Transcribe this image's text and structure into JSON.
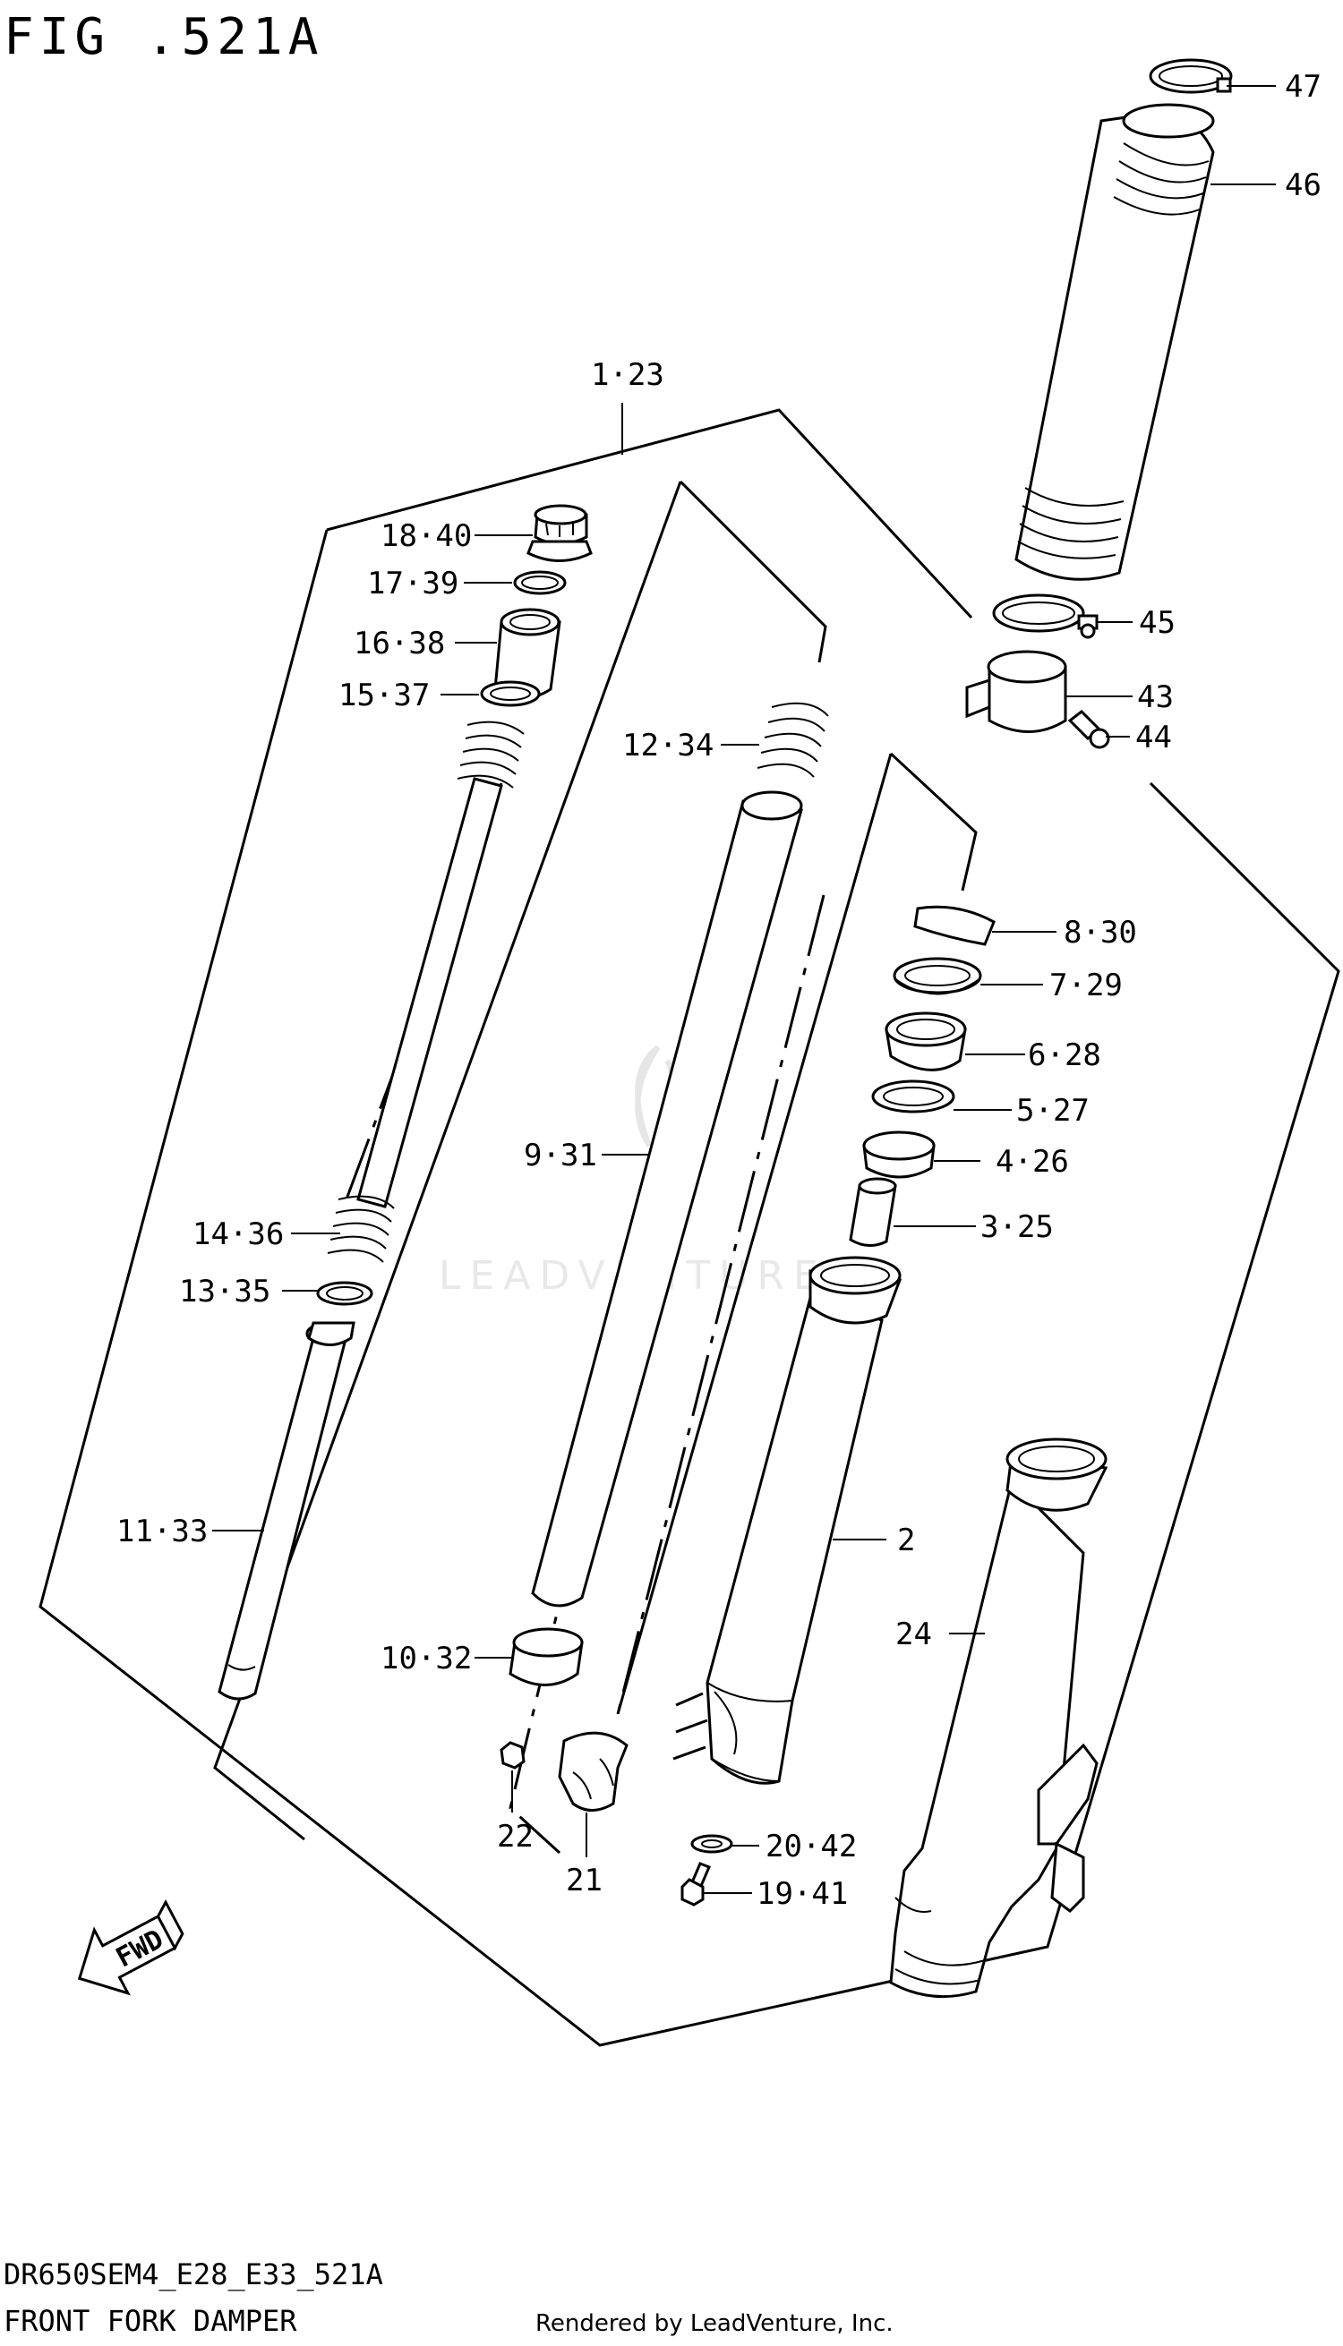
{
  "figure": {
    "title": "FIG .521A",
    "code": "DR650SEM4_E28_E33_521A",
    "name": "FRONT FORK DAMPER",
    "credit": "Rendered by LeadVenture, Inc.",
    "watermark": "LEADVENTURE",
    "fwd_label": "FWD"
  },
  "callouts": [
    {
      "id": "c-1-23",
      "label": "1·23"
    },
    {
      "id": "c-47",
      "label": "47"
    },
    {
      "id": "c-46",
      "label": "46"
    },
    {
      "id": "c-45",
      "label": "45"
    },
    {
      "id": "c-43",
      "label": "43"
    },
    {
      "id": "c-44",
      "label": "44"
    },
    {
      "id": "c-18-40",
      "label": "18·40"
    },
    {
      "id": "c-17-39",
      "label": "17·39"
    },
    {
      "id": "c-16-38",
      "label": "16·38"
    },
    {
      "id": "c-15-37",
      "label": "15·37"
    },
    {
      "id": "c-12-34",
      "label": "12·34"
    },
    {
      "id": "c-8-30",
      "label": "8·30"
    },
    {
      "id": "c-7-29",
      "label": "7·29"
    },
    {
      "id": "c-6-28",
      "label": "6·28"
    },
    {
      "id": "c-5-27",
      "label": "5·27"
    },
    {
      "id": "c-4-26",
      "label": "4·26"
    },
    {
      "id": "c-3-25",
      "label": "3·25"
    },
    {
      "id": "c-9-31",
      "label": "9·31"
    },
    {
      "id": "c-14-36",
      "label": "14·36"
    },
    {
      "id": "c-13-35",
      "label": "13·35"
    },
    {
      "id": "c-11-33",
      "label": "11·33"
    },
    {
      "id": "c-2",
      "label": "2"
    },
    {
      "id": "c-24",
      "label": "24"
    },
    {
      "id": "c-10-32",
      "label": "10·32"
    },
    {
      "id": "c-20-42",
      "label": "20·42"
    },
    {
      "id": "c-19-41",
      "label": "19·41"
    },
    {
      "id": "c-22",
      "label": "22"
    },
    {
      "id": "c-21",
      "label": "21"
    }
  ]
}
